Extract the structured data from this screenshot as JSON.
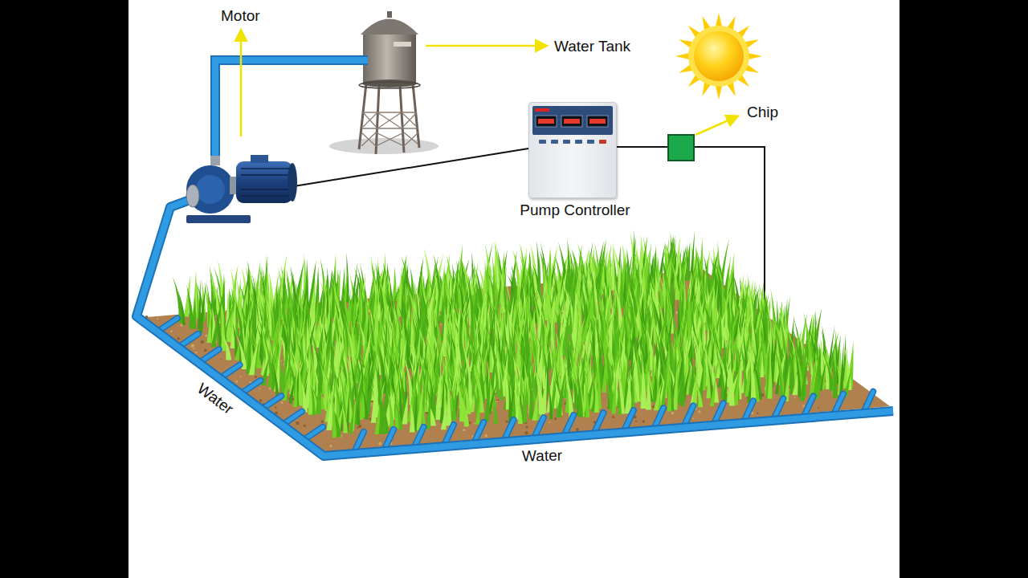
{
  "diagram": {
    "nodes": [
      {
        "text": [
          "Pump Controller"
        ]
      }
    ],
    "labels": [
      "Motor",
      "Water Tank",
      "Chip",
      "Water",
      "Water"
    ]
  }
}
